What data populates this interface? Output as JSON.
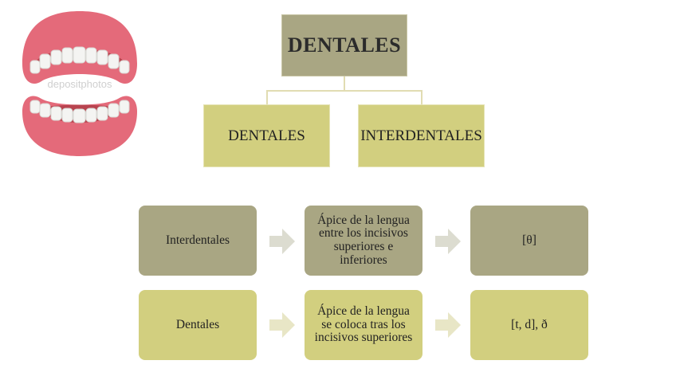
{
  "hierarchy": {
    "root": "DENTALES",
    "children": [
      "DENTALES",
      "INTERDENTALES"
    ]
  },
  "process": {
    "rows": [
      {
        "label": "Interdentales",
        "description": "Ápice de la lengua entre los incisivos superiores e inferiores",
        "symbol": "[θ]"
      },
      {
        "label": "Dentales",
        "description": "Ápice de la lengua se coloca tras los incisivos superiores",
        "symbol": "[t, d], ð"
      }
    ]
  },
  "image": {
    "watermark": "depositphotos"
  },
  "colors": {
    "dark_olive": "#a9a683",
    "light_olive": "#d2cf7f",
    "connector": "#e1dcb2",
    "gum": "#e46a7a",
    "tooth": "#f4f4f2"
  },
  "icons": {
    "illustration": "teeth-mouth-icon",
    "arrow": "chevron-arrow-right"
  }
}
